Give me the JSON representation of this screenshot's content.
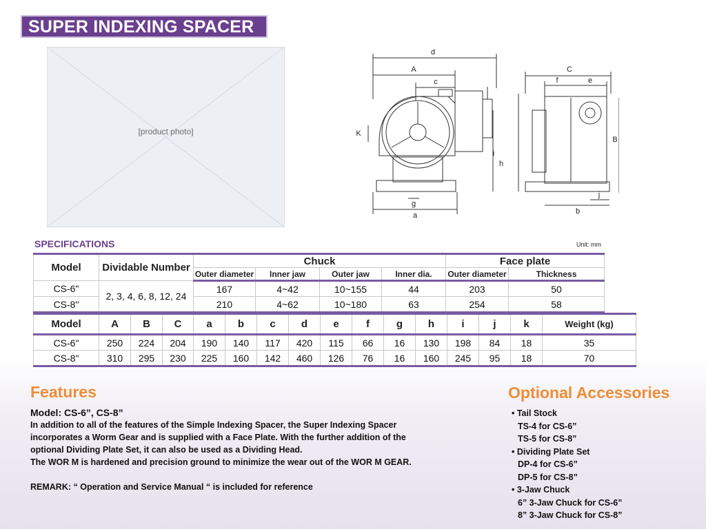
{
  "title": "SUPER INDEXING SPACER",
  "photo": {
    "label": "[product photo]"
  },
  "drawings": {
    "front_labels": {
      "d": "d",
      "A": "A",
      "c": "c",
      "K": "K",
      "i": "i",
      "h": "h",
      "g": "g",
      "a": "a"
    },
    "side_labels": {
      "C": "C",
      "f": "f",
      "e": "e",
      "B": "B",
      "j": "j",
      "b": "b"
    }
  },
  "specifications": {
    "heading": "SPECIFICATIONS",
    "unit": "Unit: mm",
    "table1": {
      "model_header": "Model",
      "dividable_header": "Dividable Number",
      "chuck_header": "Chuck",
      "faceplate_header": "Face plate",
      "chuck_sub": [
        "Outer diameter",
        "Inner jaw",
        "Outer jaw",
        "Inner dia."
      ],
      "faceplate_sub": [
        "Outer diameter",
        "Thickness"
      ],
      "dividable_value": "2, 3, 4, 6, 8, 12, 24",
      "rows": [
        {
          "model": "CS-6\"",
          "outer_diameter": "167",
          "inner_jaw": "4~42",
          "outer_jaw": "10~155",
          "inner_dia": "44",
          "fp_outer_diameter": "203",
          "thickness": "50"
        },
        {
          "model": "CS-8\"",
          "outer_diameter": "210",
          "inner_jaw": "4~62",
          "outer_jaw": "10~180",
          "inner_dia": "63",
          "fp_outer_diameter": "254",
          "thickness": "58"
        }
      ]
    },
    "table2": {
      "headers": [
        "Model",
        "A",
        "B",
        "C",
        "a",
        "b",
        "c",
        "d",
        "e",
        "f",
        "g",
        "h",
        "i",
        "j",
        "k",
        "Weight (kg)"
      ],
      "rows": [
        [
          "CS-6\"",
          "250",
          "224",
          "204",
          "190",
          "140",
          "117",
          "420",
          "115",
          "66",
          "16",
          "130",
          "198",
          "84",
          "18",
          "35"
        ],
        [
          "CS-8\"",
          "310",
          "295",
          "230",
          "225",
          "160",
          "142",
          "460",
          "126",
          "76",
          "16",
          "160",
          "245",
          "95",
          "18",
          "70"
        ]
      ]
    }
  },
  "features": {
    "heading": "Features",
    "model": "Model: CS-6”, CS-8”",
    "lines": [
      "In addition to all of the features of the Simple Indexing Spacer, the Super Indexing Spacer",
      "incorporates a Worm Gear and is supplied with a Face Plate. With the further addition of the",
      "optional Dividing Plate Set, it can also be used as a Dividing Head.",
      "The WOR M is hardened and precision ground to minimize the wear out of the WOR M GEAR."
    ],
    "remark": "REMARK: “ Operation and Service Manual “ is included for reference"
  },
  "accessories": {
    "heading": "Optional Accessories",
    "groups": [
      {
        "title": "• Tail Stock",
        "items": [
          "TS-4 for CS-6”",
          "TS-5 for CS-8”"
        ]
      },
      {
        "title": "• Dividing Plate Set",
        "items": [
          "DP-4 for CS-6”",
          "DP-5 for CS-8”"
        ]
      },
      {
        "title": "• 3-Jaw Chuck",
        "items": [
          "6” 3-Jaw Chuck for CS-6”",
          "8” 3-Jaw Chuck for CS-8”"
        ]
      }
    ]
  }
}
